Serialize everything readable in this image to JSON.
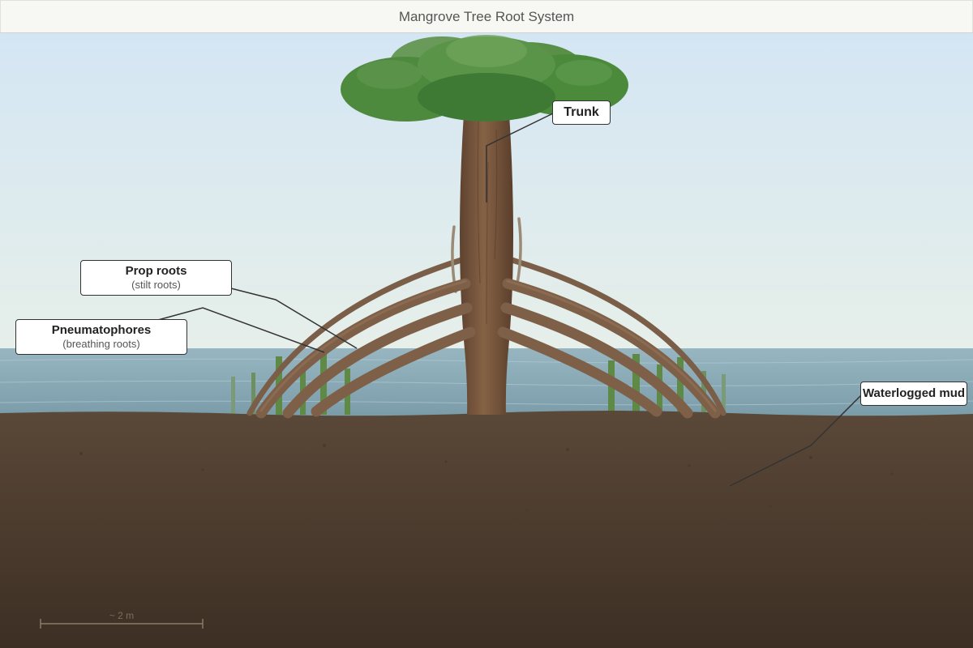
{
  "title": "Mangrove Tree Root System",
  "labels": {
    "trunk": "Trunk",
    "prop_roots": {
      "name": "Prop roots",
      "sub": "(stilt roots)"
    },
    "pneumatophores": {
      "name": "Pneumatophores",
      "sub": "(breathing roots)"
    },
    "mud": "Waterlogged mud"
  },
  "scale": "~ 2 m",
  "colors": {
    "sky_top": "#d6e7f4",
    "water": "#8fb0bd",
    "mud_top": "#5a4838",
    "mud_bottom": "#3d2f24",
    "trunk": "#7a5a3e",
    "roots": "#7e6048",
    "foliage": "#4e8a3e",
    "pneumatophore": "#5f8a45"
  }
}
